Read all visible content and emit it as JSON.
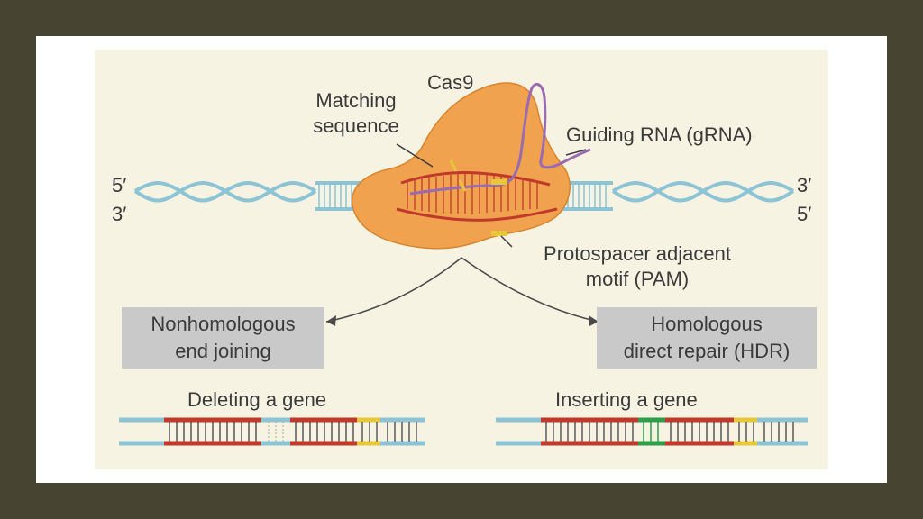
{
  "labels": {
    "cas9": "Cas9",
    "matching_sequence": [
      "Matching",
      "sequence"
    ],
    "guiding_rna": "Guiding RNA (gRNA)",
    "left_strand_top": "5′",
    "left_strand_bottom": "3′",
    "right_strand_top": "3′",
    "right_strand_bottom": "5′",
    "pam": [
      "Protospacer adjacent",
      "motif (PAM)"
    ]
  },
  "outcomes": {
    "nhej": {
      "title": [
        "Nonhomologous",
        "end joining"
      ],
      "result": "Deleting a gene"
    },
    "hdr": {
      "title": [
        "Homologous",
        "direct repair (HDR)"
      ],
      "result": "Inserting a gene"
    }
  },
  "colors": {
    "background": "#474431",
    "panel": "#f6f3e2",
    "cas9": "#f0a24f",
    "dna": "#8cc4d6",
    "target": "#c0392b",
    "grna": "#9a6bb0",
    "pam": "#e8c83a",
    "insert": "#2e9e4a",
    "box": "#c9c9c9"
  }
}
